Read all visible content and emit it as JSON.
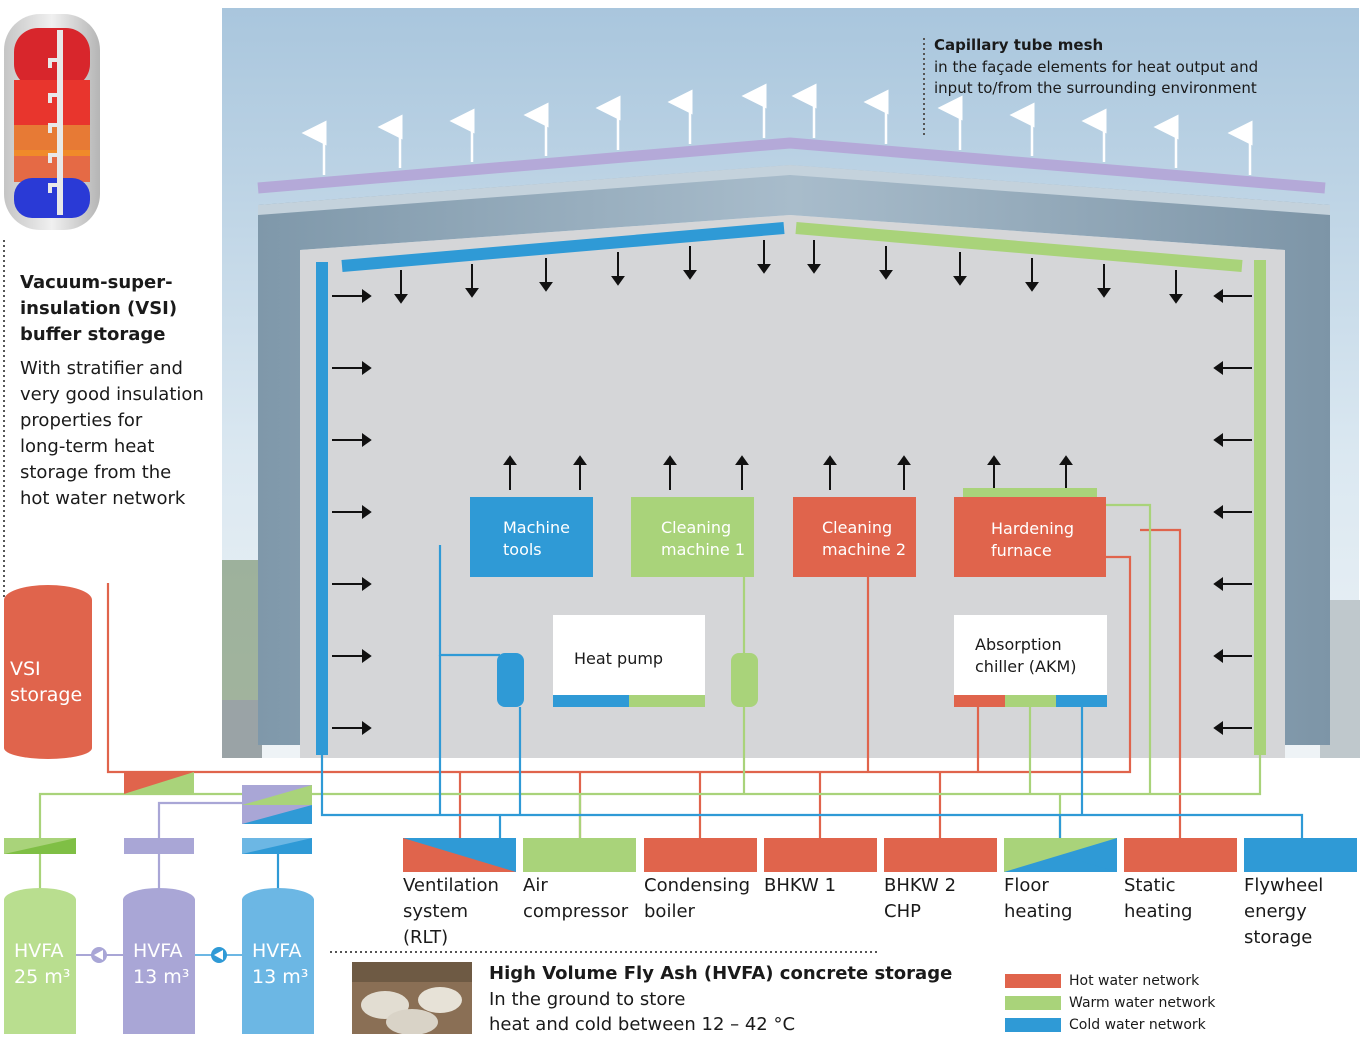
{
  "colors": {
    "hot": "#e0644c",
    "warm": "#a9d37a",
    "cold": "#2f9ad6",
    "hvfa_lilac": "#a9a6d6",
    "facade_purple": "#b4a9d8",
    "hall": "#d5d6d8"
  },
  "capillary": {
    "title": "Capillary tube mesh",
    "line1": "in the façade elements for heat output  and",
    "line2": "input to/from the surrounding environment"
  },
  "vsi_info": {
    "title": "Vacuum-super-\ninsulation (VSI)\nbuffer storage",
    "text": "With stratifier and\nvery good insulation\nproperties for\nlong-term heat\nstorage from the\nhot water network"
  },
  "vsi_tank": {
    "label": "VSI\nstorage"
  },
  "machines": {
    "machine_tools": "Machine\ntools",
    "cleaning_1": "Cleaning\nmachine 1",
    "cleaning_2": "Cleaning\nmachine 2",
    "hardening": "Hardening\nfurnace"
  },
  "heat_pump": "Heat pump",
  "chiller": "Absorption\nchiller (AKM)",
  "consumers": [
    {
      "label": "Ventilation\nsystem\n(RLT)"
    },
    {
      "label": "Air\ncompressor"
    },
    {
      "label": "Condensing\nboiler"
    },
    {
      "label": "BHKW 1"
    },
    {
      "label": "BHKW 2\nCHP"
    },
    {
      "label": "Floor\nheating"
    },
    {
      "label": "Static\nheating"
    },
    {
      "label": "Flywheel\nenergy\nstorage"
    }
  ],
  "hvfa_tanks": [
    {
      "name": "HVFA",
      "size": "25 m³"
    },
    {
      "name": "HVFA",
      "size": "13 m³"
    },
    {
      "name": "HVFA",
      "size": "13 m³"
    }
  ],
  "hvfa_info": {
    "title": "High Volume Fly Ash (HVFA) concrete storage",
    "line1": "In the ground to store",
    "line2": "heat and cold between 12 – 42 °C"
  },
  "legend": [
    {
      "label": "Hot water network",
      "color": "#e0644c"
    },
    {
      "label": "Warm water network",
      "color": "#a9d37a"
    },
    {
      "label": "Cold water network",
      "color": "#2f9ad6"
    }
  ]
}
